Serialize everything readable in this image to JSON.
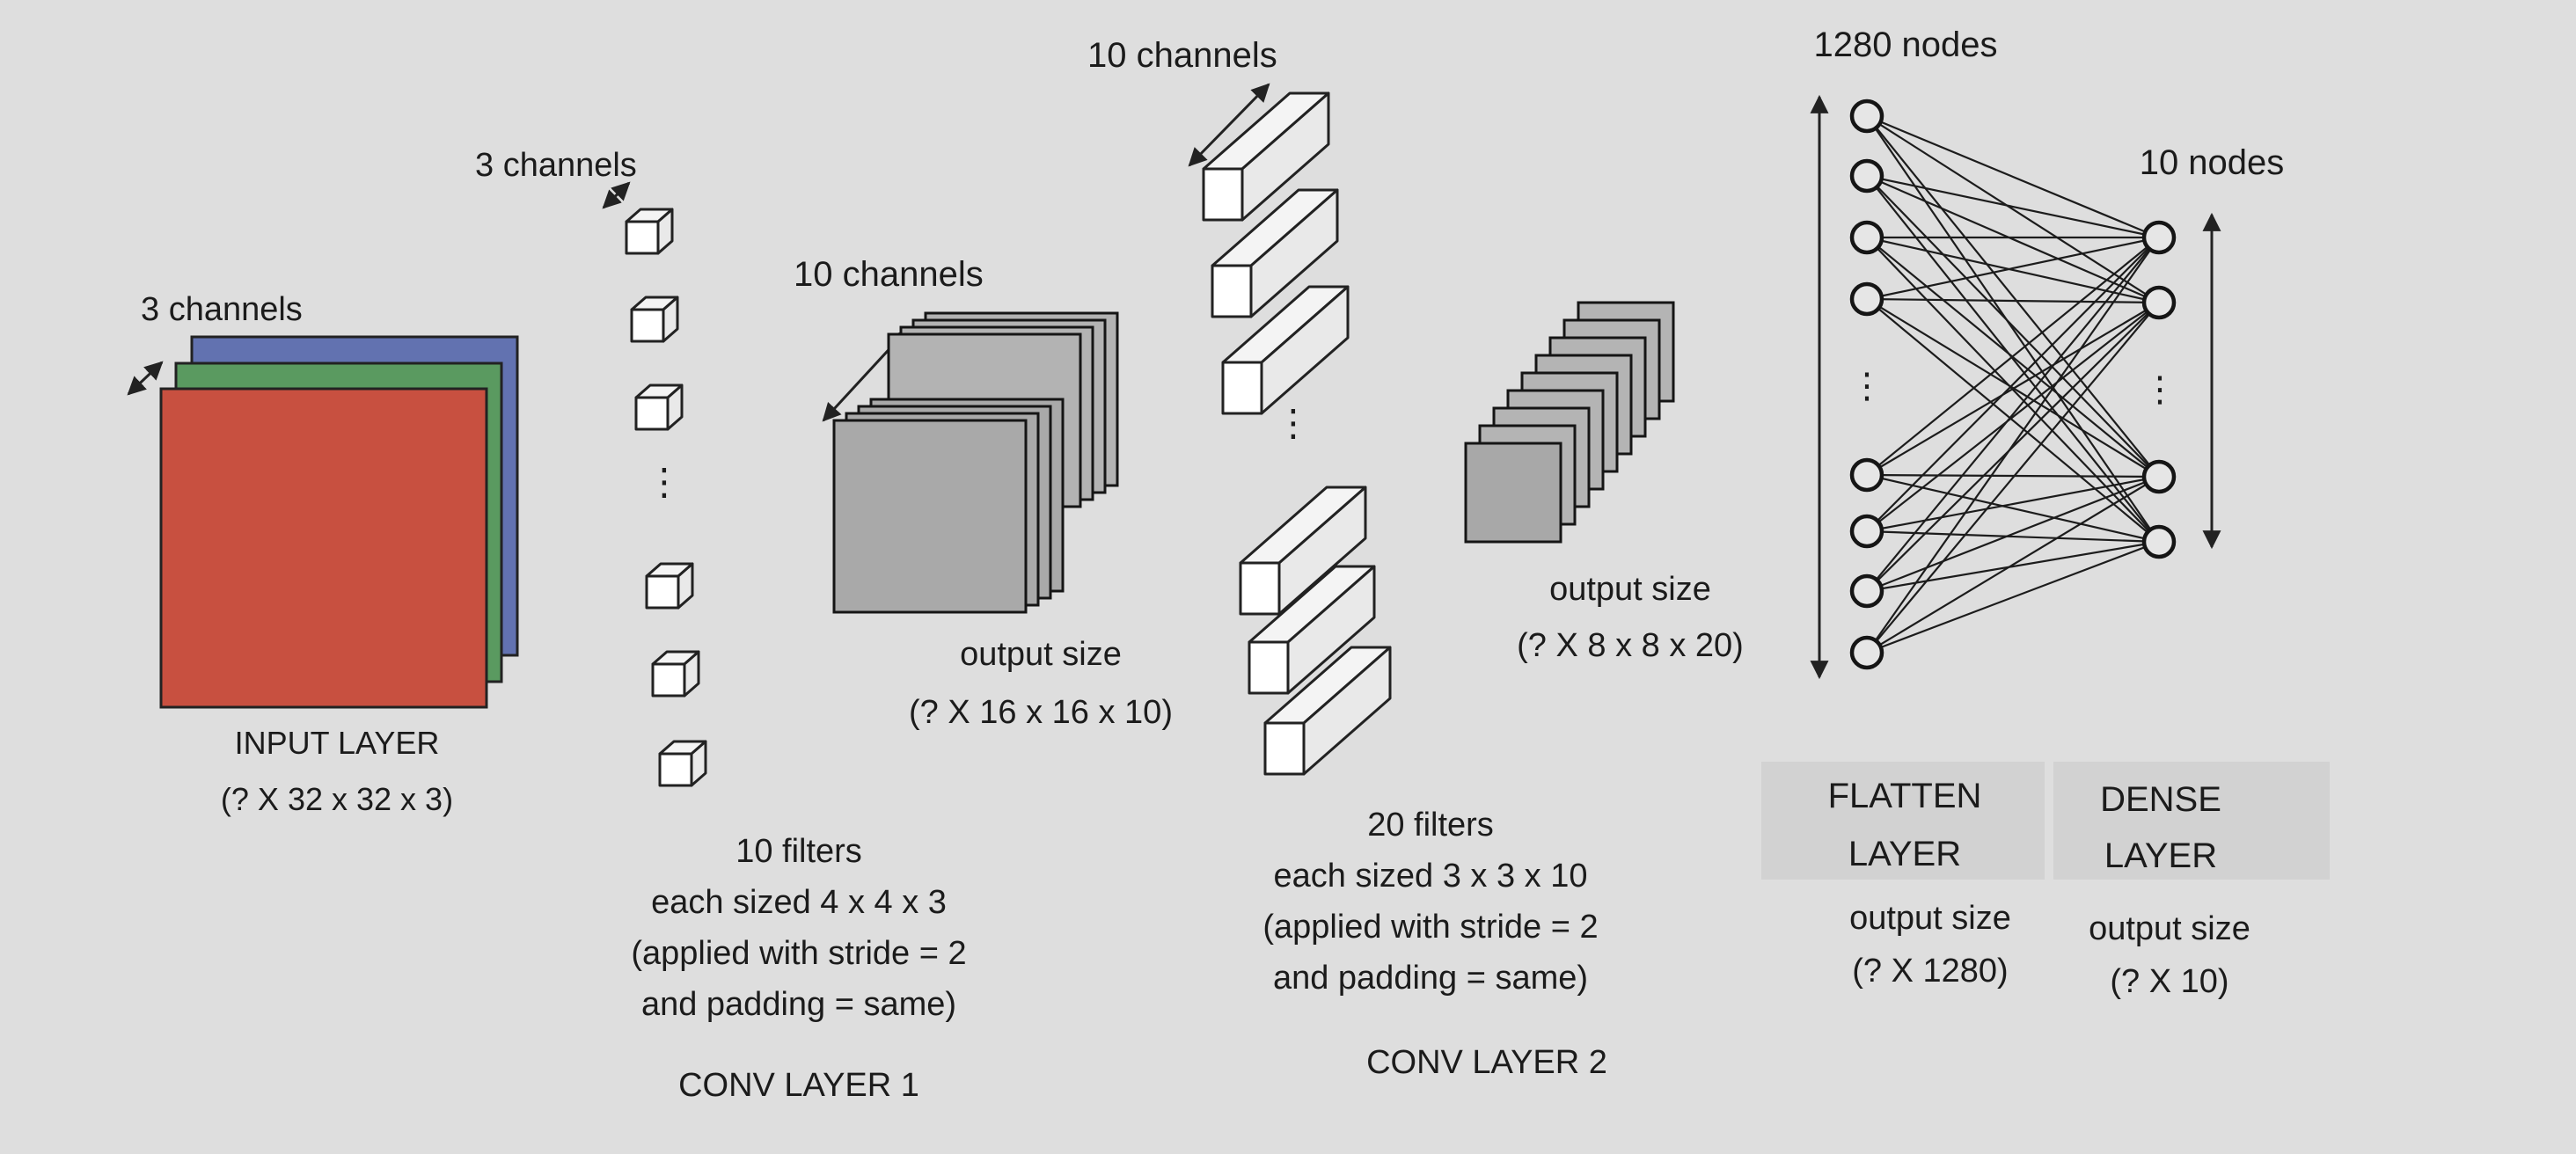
{
  "input_layer": {
    "channels_label": "3 channels",
    "name": "INPUT LAYER",
    "shape": "(? X 32 x 32 x 3)",
    "colors": [
      "#c85040",
      "#5a9a60",
      "#6272b0"
    ]
  },
  "conv1": {
    "filter_channels_label": "3 channels",
    "filter_desc": [
      "10 filters",
      "each sized 4 x 4 x 3",
      "(applied with stride = 2",
      "and padding = same)"
    ],
    "name": "CONV LAYER 1",
    "output_channels_label": "10 channels",
    "output_label": "output size",
    "output_shape": "(? X 16 x 16 x 10)"
  },
  "conv2": {
    "filter_channels_label": "10 channels",
    "filter_desc": [
      "20 filters",
      "each sized 3 x 3 x 10",
      "(applied with stride = 2",
      "and padding = same)"
    ],
    "name": "CONV LAYER 2",
    "output_label": "output size",
    "output_shape": "(? X 8 x 8 x 20)"
  },
  "flatten": {
    "nodes_label": "1280 nodes",
    "name_lines": [
      "FLATTEN",
      "LAYER"
    ],
    "output_label": "output size",
    "output_shape": "(? X 1280)"
  },
  "dense": {
    "nodes_label": "10 nodes",
    "name_lines": [
      "DENSE",
      "LAYER"
    ],
    "output_label": "output size",
    "output_shape": "(? X 10)"
  },
  "ellipsis": "⋮"
}
